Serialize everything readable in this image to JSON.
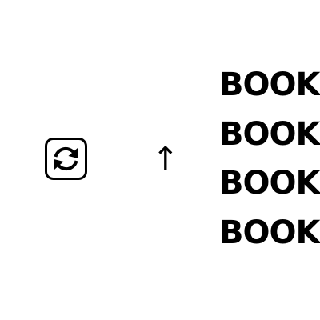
{
  "icons": {
    "sync": "sync-arrows-in-rounded-square-icon",
    "arrow": "up-arrow-icon"
  },
  "arrow_glyph": "↑",
  "words": [
    "BOOK",
    "BOOK",
    "BOOK",
    "BOOK"
  ],
  "colors": {
    "foreground": "#000000",
    "background": "#ffffff"
  }
}
